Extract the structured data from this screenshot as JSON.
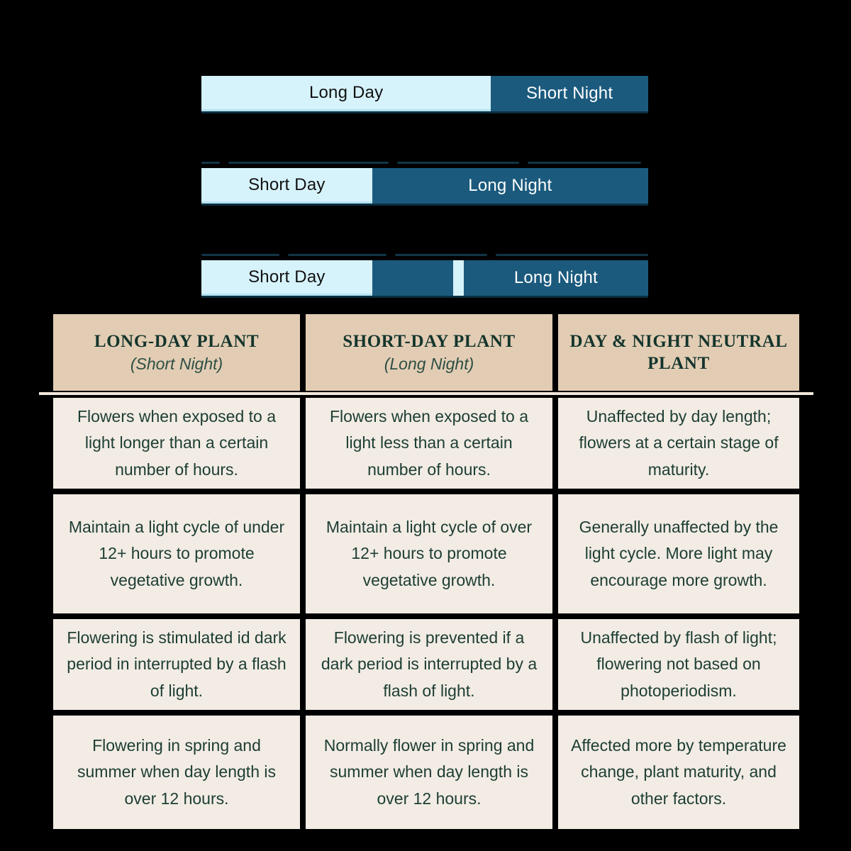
{
  "background_color": "#000000",
  "palette": {
    "day_fill": "#d6f2fb",
    "night_fill": "#1b5a7d",
    "header_fill": "#e2cdb4",
    "cell_fill": "#f2ece4",
    "text_green": "#1d3d33"
  },
  "diagram": {
    "bars": [
      {
        "name": "long-day-short-night",
        "segments": [
          {
            "label": "Long Day",
            "type": "day",
            "percent": 64.8
          },
          {
            "label": "Short Night",
            "type": "night",
            "percent": 35.2
          }
        ]
      },
      {
        "name": "short-day-long-night",
        "segments": [
          {
            "label": "Short Day",
            "type": "day",
            "percent": 38.2
          },
          {
            "label": "Long Night",
            "type": "night",
            "percent": 61.8
          }
        ]
      },
      {
        "name": "short-day-long-night-interrupted",
        "segments": [
          {
            "label": "Short Day",
            "type": "day",
            "percent": 38.2
          },
          {
            "label": "",
            "type": "night",
            "percent": 18.1
          },
          {
            "label": "",
            "type": "flash",
            "percent": 2.4
          },
          {
            "label": "Long Night",
            "type": "night",
            "percent": 41.3
          }
        ]
      }
    ]
  },
  "table": {
    "columns": [
      {
        "title": "LONG-DAY PLANT",
        "subtitle": "(Short Night)"
      },
      {
        "title": "SHORT-DAY PLANT",
        "subtitle": "(Long Night)"
      },
      {
        "title": "DAY & NIGHT NEUTRAL PLANT",
        "subtitle": ""
      }
    ],
    "rows": [
      [
        "Flowers when exposed to a light longer than a certain number of hours.",
        "Flowers when exposed to a light less than a certain number of hours.",
        "Unaffected by day length; flowers at a certain stage of maturity."
      ],
      [
        "Maintain a light cycle of under 12+ hours to promote vegetative growth.",
        "Maintain a light cycle of over 12+ hours to promote vegetative growth.",
        "Generally unaffected by the light cycle. More light may encourage more growth."
      ],
      [
        "Flowering is stimulated id dark period in interrupted by a flash of light.",
        "Flowering is prevented if a dark period is interrupted by a flash of light.",
        "Unaffected by flash of light; flowering not based on photoperiodism."
      ],
      [
        "Flowering in spring and summer when day length is over 12 hours.",
        "Normally flower in spring and summer when day length is over 12 hours.",
        "Affected more by temperature change, plant maturity, and other factors."
      ]
    ]
  }
}
